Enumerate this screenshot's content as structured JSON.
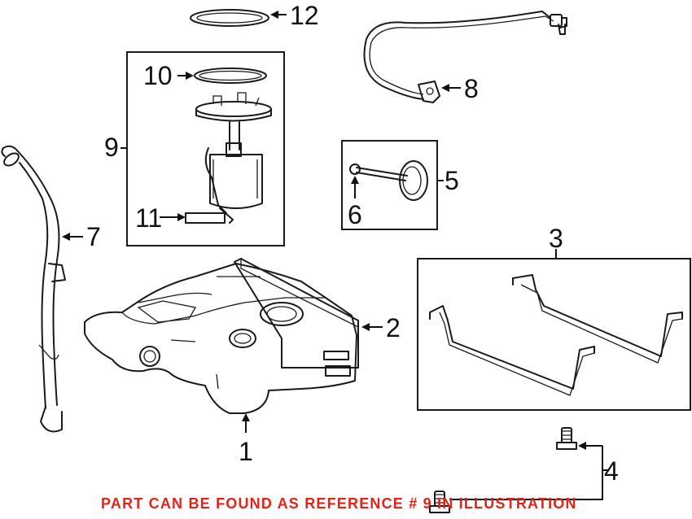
{
  "callouts": {
    "c1": "1",
    "c2": "2",
    "c3": "3",
    "c4": "4",
    "c5": "5",
    "c6": "6",
    "c7": "7",
    "c8": "8",
    "c9": "9",
    "c10": "10",
    "c11": "11",
    "c12": "12"
  },
  "note": "PART CAN BE FOUND AS REFERENCE # 9 IN ILLUSTRATION",
  "colors": {
    "note": "#e2231a",
    "line": "#1a1a1a"
  }
}
